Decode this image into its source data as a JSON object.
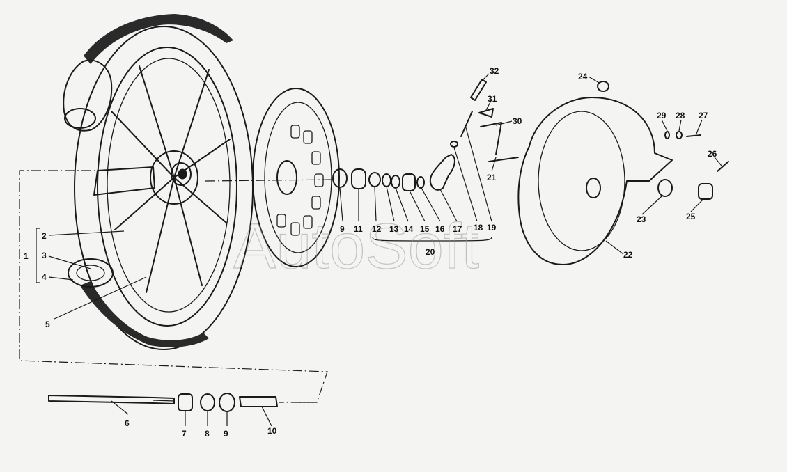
{
  "watermark": "AutoSoft",
  "callouts": {
    "c1": "1",
    "c2": "2",
    "c3": "3",
    "c4": "4",
    "c5": "5",
    "c6": "6",
    "c7": "7",
    "c8": "8",
    "c9a": "9",
    "c9b": "9",
    "c10": "10",
    "c11": "11",
    "c12": "12",
    "c13": "13",
    "c14": "14",
    "c15": "15",
    "c16": "16",
    "c17": "17",
    "c18": "18",
    "c19": "19",
    "c20": "20",
    "c21": "21",
    "c22": "22",
    "c23": "23",
    "c24": "24",
    "c25": "25",
    "c26": "26",
    "c27": "27",
    "c28": "28",
    "c29": "29",
    "c30": "30",
    "c31": "31",
    "c32": "32"
  }
}
